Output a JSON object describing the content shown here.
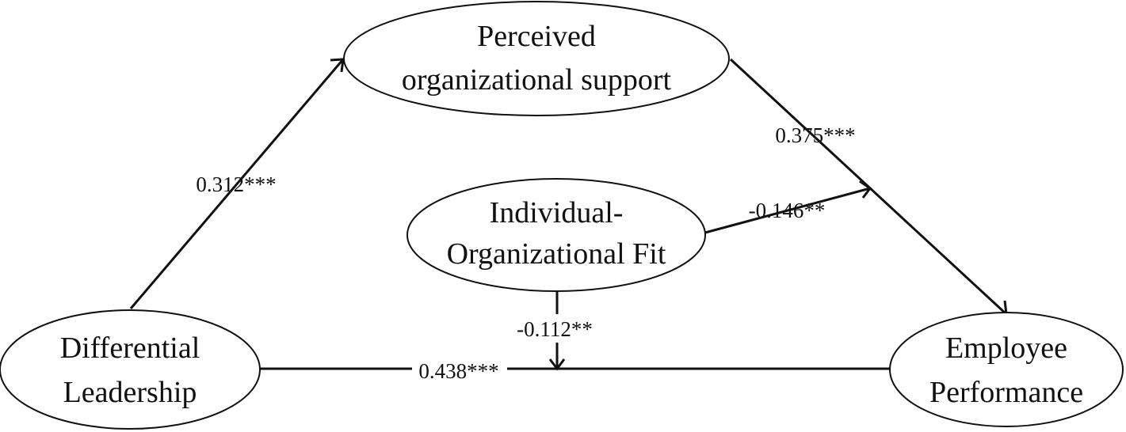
{
  "nodes": {
    "pos": {
      "line1": "Perceived",
      "line2": "organizational support"
    },
    "fit": {
      "line1": "Individual-",
      "line2": "Organizational Fit"
    },
    "dl": {
      "line1": "Differential",
      "line2": "Leadership"
    },
    "ep": {
      "line1": "Employee",
      "line2": "Performance"
    }
  },
  "edges": {
    "dl_pos": {
      "label": "0.312***"
    },
    "pos_ep": {
      "label": "0.375***"
    },
    "fit_mod_pos_ep": {
      "label": "-0.146**"
    },
    "fit_mod_dl_ep": {
      "label": "-0.112**"
    },
    "dl_ep": {
      "label": "0.438***"
    }
  }
}
